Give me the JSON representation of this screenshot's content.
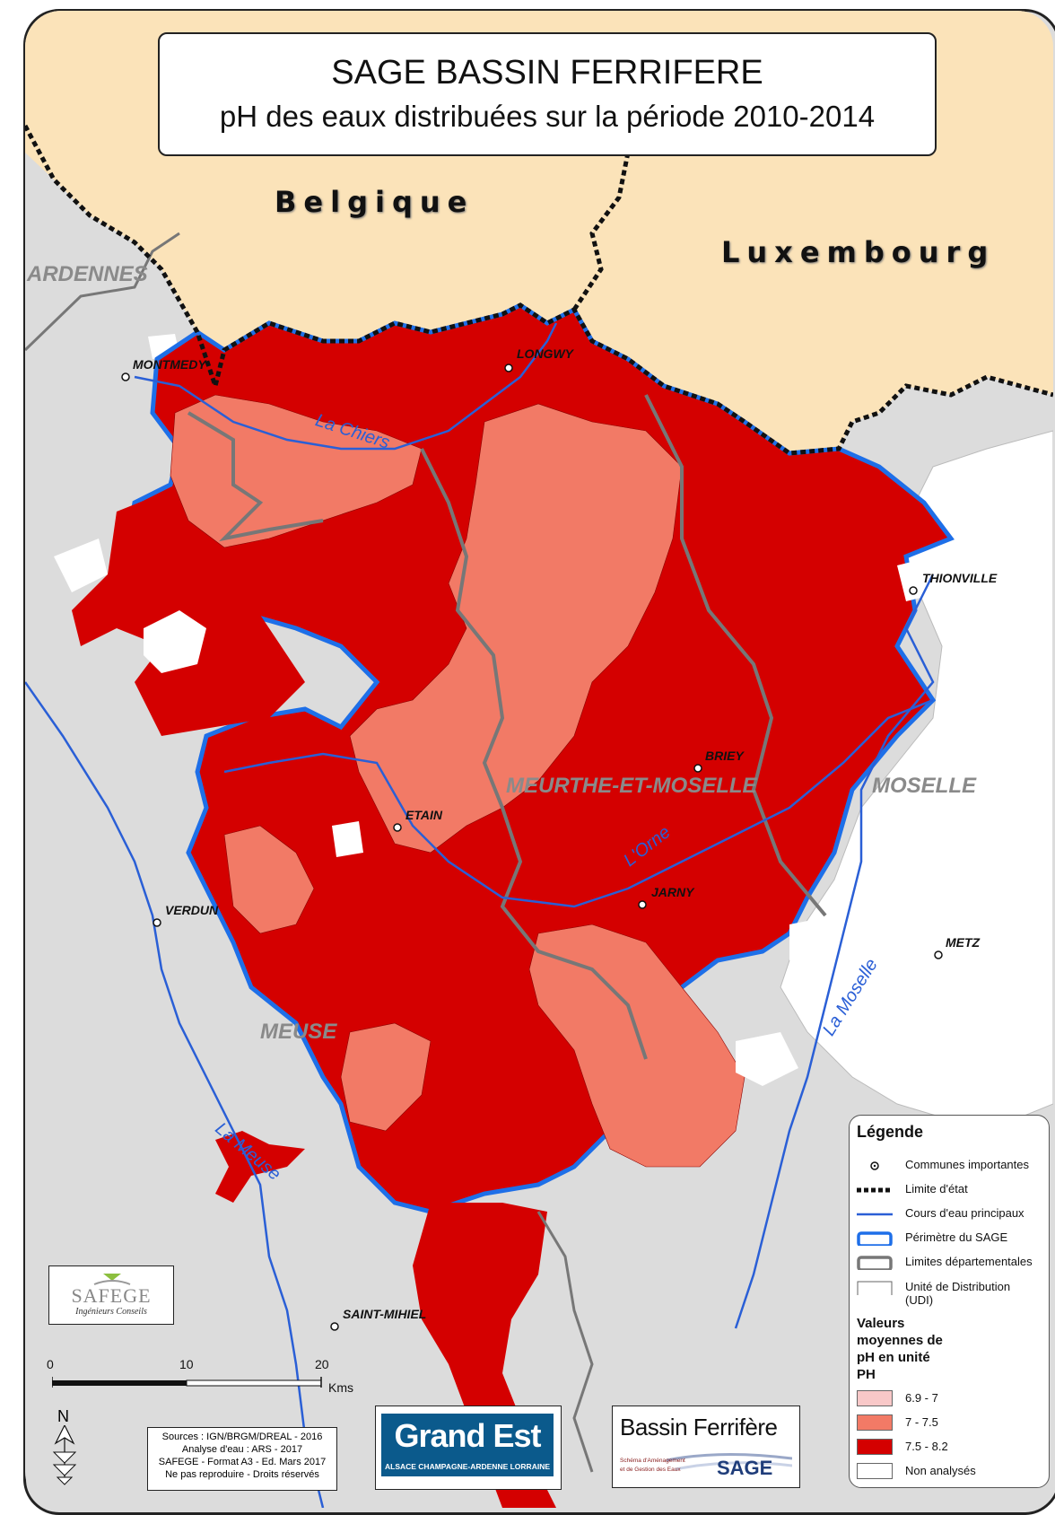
{
  "title": {
    "line1": "SAGE BASSIN FERRIFERE",
    "line2": "pH des eaux distribuées sur la période 2010-2014"
  },
  "countries": {
    "belgium": "Belgique",
    "luxembourg": "Luxembourg"
  },
  "departments": {
    "ardennes": "ARDENNES",
    "meuse": "MEUSE",
    "meurthe_et_moselle": "MEURTHE-ET-MOSELLE",
    "moselle": "MOSELLE"
  },
  "towns": {
    "montmedy": "MONTMEDY",
    "longwy": "LONGWY",
    "thionville": "THIONVILLE",
    "briey": "BRIEY",
    "etain": "ETAIN",
    "jarny": "JARNY",
    "verdun": "VERDUN",
    "metz": "METZ",
    "saint_mihiel": "SAINT-MIHIEL"
  },
  "rivers": {
    "chiers": "La Chiers",
    "orne": "L'Orne",
    "moselle": "La Moselle",
    "meuse": "La Meuse"
  },
  "legend": {
    "title": "Légende",
    "items": {
      "communes": "Communes importantes",
      "state_limit": "Limite d'état",
      "rivers": "Cours d'eau principaux",
      "sage_perimeter": "Périmètre du SAGE",
      "dept_limits": "Limites départementales",
      "udi": "Unité de Distribution (UDI)"
    },
    "values_title": "Valeurs moyennes de pH en unité PH",
    "classes": [
      {
        "label": "6.9 - 7",
        "color": "#f8c8c8"
      },
      {
        "label": "7 - 7.5",
        "color": "#f27a66"
      },
      {
        "label": "7.5 - 8.2",
        "color": "#d40000"
      },
      {
        "label": "Non analysés",
        "color": "#ffffff"
      }
    ]
  },
  "colors": {
    "foreign": "#fbe3b9",
    "outside": "#dcdcdc",
    "sage_border": "#1e6fe8",
    "river": "#2a5fd6",
    "dept_border": "#777777"
  },
  "scale": {
    "ticks": [
      "0",
      "10",
      "20"
    ],
    "unit": "Kms"
  },
  "north": "N",
  "sources": {
    "lines": [
      "Sources : IGN/BRGM/DREAL - 2016",
      "Analyse d'eau : ARS - 2017",
      "SAFEGE - Format A3 - Ed. Mars 2017",
      "Ne pas reproduire - Droits réservés"
    ]
  },
  "logos": {
    "safege_name": "SAFEGE",
    "safege_sub": "Ingénieurs Conseils",
    "grandest_name": "Grand Est",
    "grandest_sub": "ALSACE CHAMPAGNE-ARDENNE LORRAINE",
    "bassin_name": "Bassin Ferrifère",
    "bassin_sub1": "Schéma d'Aménagement",
    "bassin_sub2": "et de Gestion des Eaux",
    "bassin_sage": "SAGE"
  }
}
